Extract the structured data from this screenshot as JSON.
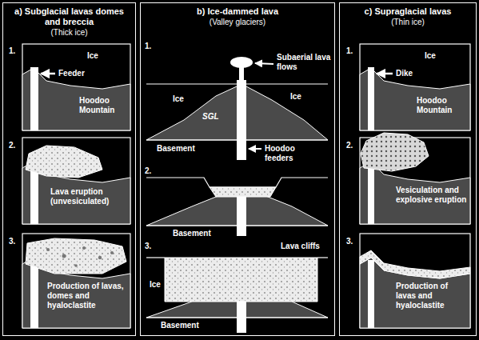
{
  "diagram": {
    "nodes": [
      {
        "text": [
          "a) Subglacial lavas domes and breccia",
          "(Thick ice)"
        ]
      },
      {
        "text": [
          "b) Ice-dammed lava",
          "(Valley glaciers)"
        ]
      },
      {
        "text": [
          "c) Supraglacial lavas",
          "(Thin ice)"
        ]
      }
    ],
    "labels": [
      "1.",
      "Ice",
      "Feeder",
      "Hoodoo Mountain",
      "2.",
      "Lava eruption (unvesiculated)",
      "3.",
      "Production of lavas, domes and hyaloclastite",
      "1.",
      "Subaerial lava flows",
      "Ice",
      "SGL",
      "Ice",
      "Basement",
      "Hoodoo feeders",
      "2.",
      "Basement",
      "3.",
      "Lava cliffs",
      "Ice",
      "Basement",
      "1.",
      "Ice",
      "Dike",
      "Hoodoo Mountain",
      "2.",
      "Vesiculation and explosive eruption",
      "3.",
      "Production of lavas and hyaloclastite"
    ]
  }
}
